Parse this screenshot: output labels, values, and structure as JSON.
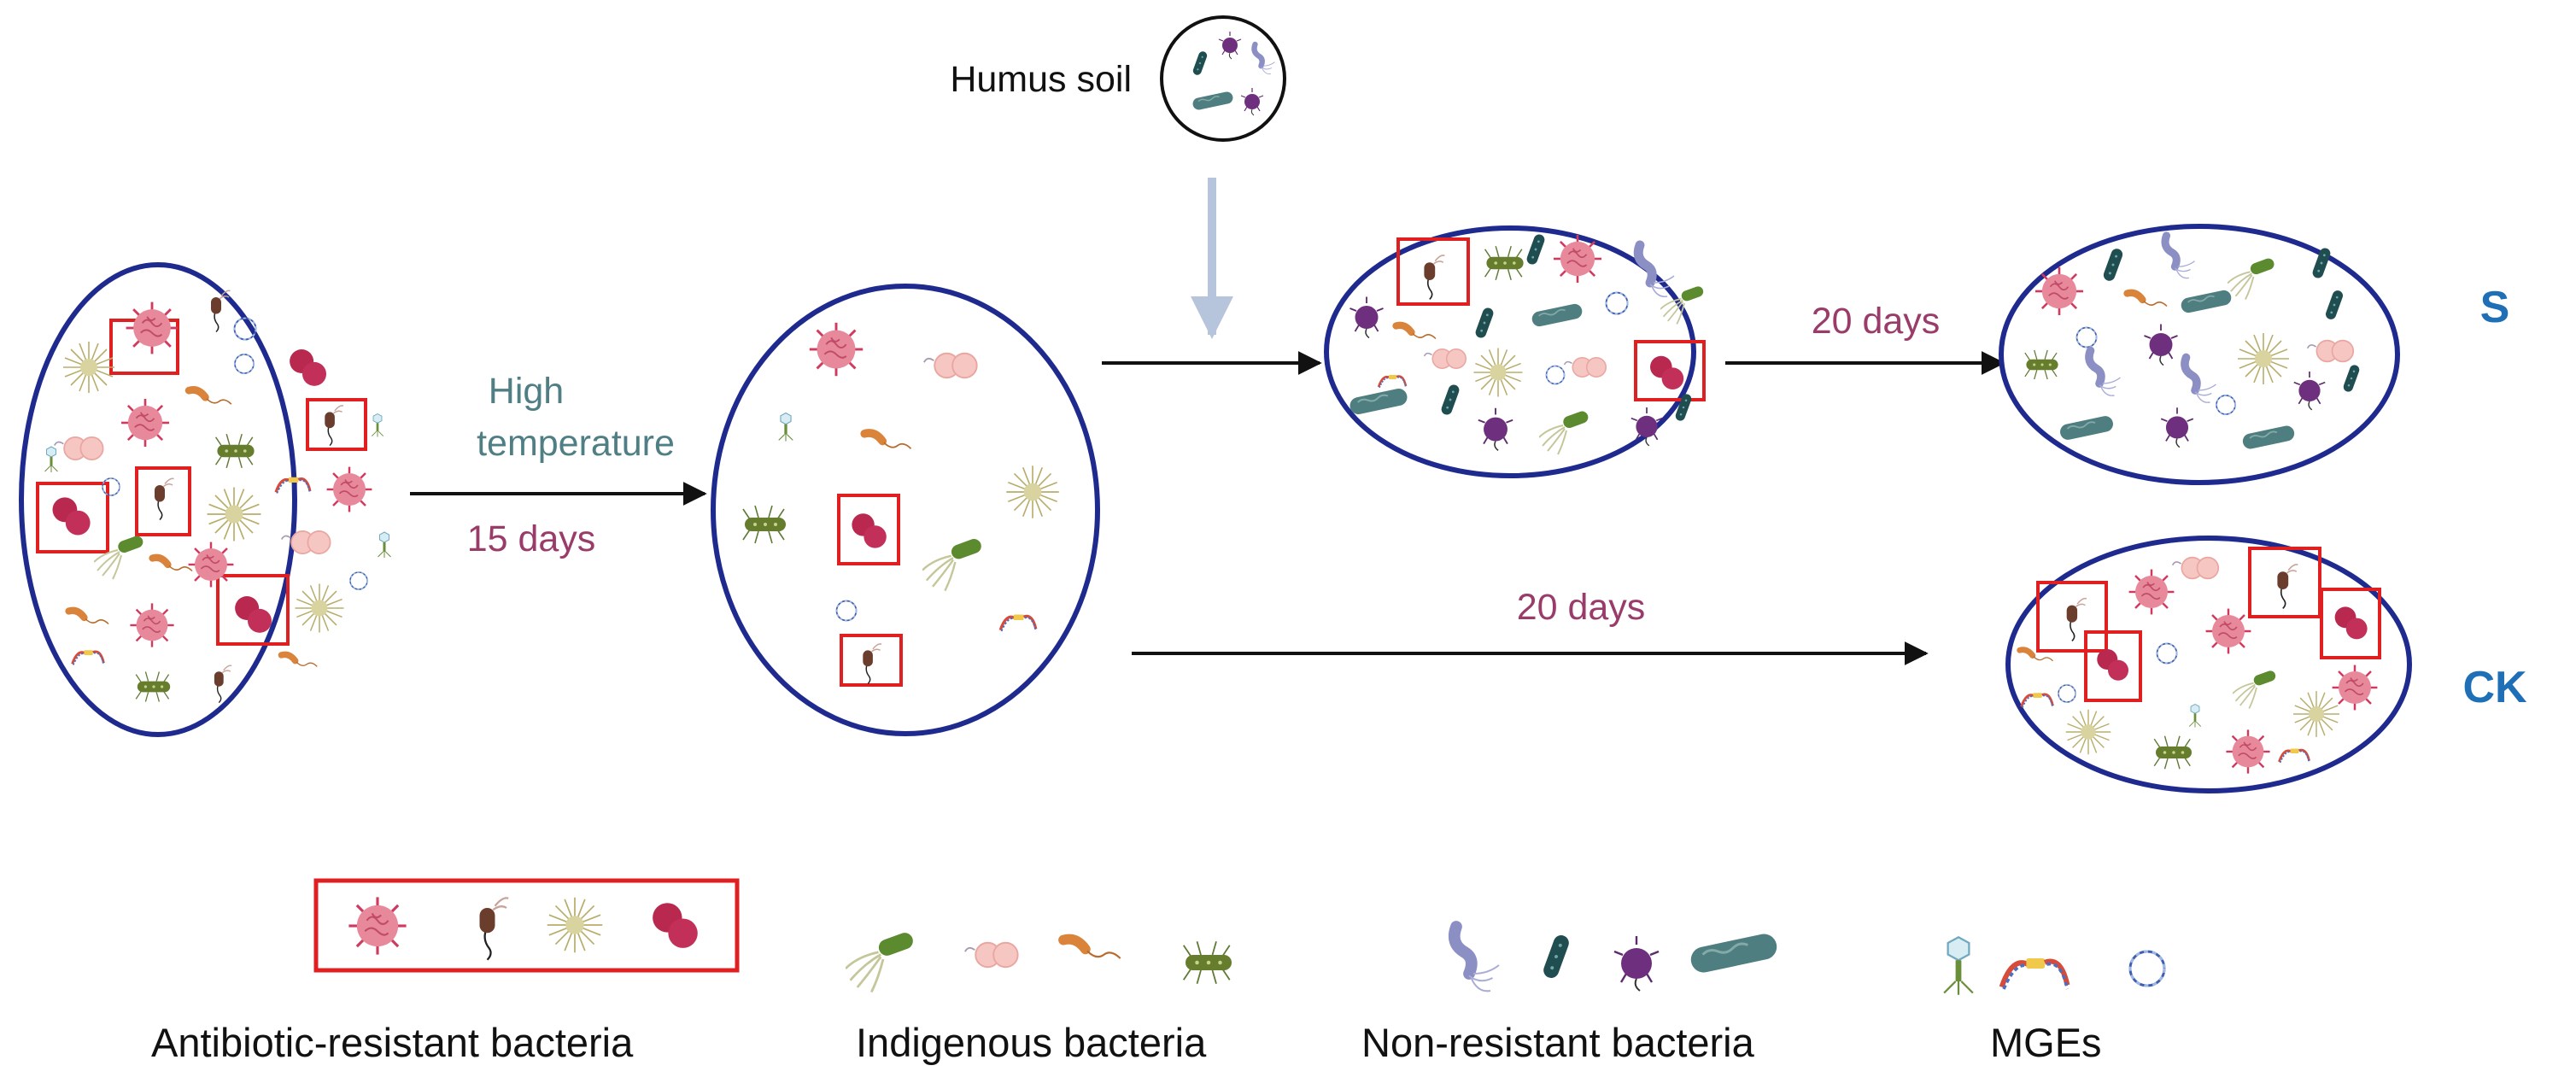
{
  "colors": {
    "ellipse_outline": "#1f2a8f",
    "main_arrow": "#111111",
    "soil_arrow": "#b6c4dc",
    "resistant_box": "#e02020",
    "high_temperature_text": "#4f7f84",
    "days_text": "#9a3c6a",
    "group_label_text": "#1f6fb7",
    "legend_text": "#111111",
    "humus_text": "#111111"
  },
  "labels": {
    "humus_soil": "Humus soil",
    "high_temperature_line1": "High",
    "high_temperature_line2": "temperature",
    "days_15": "15 days",
    "days_20_s": "20 days",
    "days_20_ck": "20 days",
    "group_s": "S",
    "group_ck": "CK"
  },
  "legend": {
    "antibiotic_resistant": "Antibiotic-resistant bacteria",
    "indigenous": "Indigenous bacteria",
    "non_resistant": "Non-resistant bacteria",
    "mges": "MGEs"
  },
  "icons": {
    "resistant": [
      "spiky-pink-coccus-icon",
      "brown-flagellated-rod-icon",
      "yellow-radial-bacterium-icon",
      "red-diplococcus-icon"
    ],
    "indigenous": [
      "green-flagellated-rod-icon",
      "pink-diplococcus-icon",
      "orange-curved-rod-icon",
      "green-peritrichous-rod-icon"
    ],
    "non_resistant": [
      "lavender-spirillum-icon",
      "teal-rod-icon",
      "purple-spiky-coccus-icon",
      "teal-long-rod-icon"
    ],
    "mges": [
      "phage-icon",
      "plasmid-fragment-icon",
      "plasmid-ring-icon"
    ]
  }
}
